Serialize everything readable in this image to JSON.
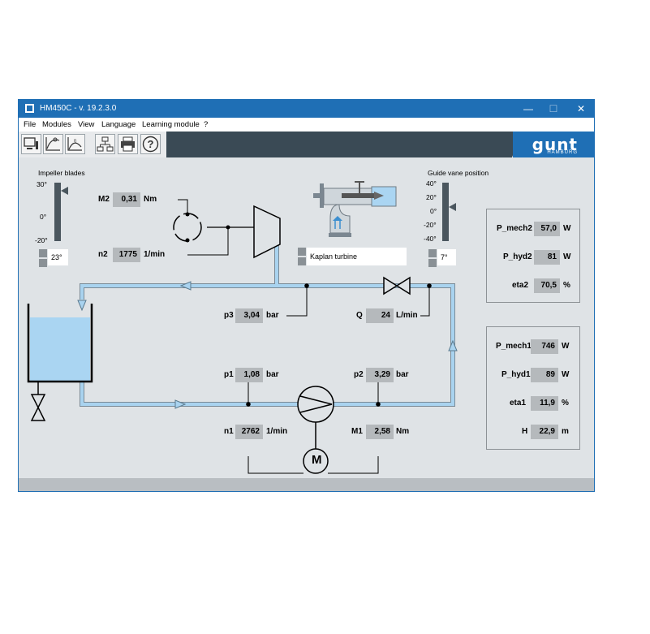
{
  "window": {
    "title": "HM450C - v. 19.2.3.0",
    "minimize": "—",
    "maximize": "☐",
    "close": "✕"
  },
  "menu": [
    "File",
    "Modules",
    "View",
    "Language",
    "Learning module",
    "?"
  ],
  "toolbar": {
    "logo": "gunt",
    "logo_sub": "HAMBURG",
    "buttons": [
      "monitor-icon",
      "chart-curve-icon",
      "chart-eta-icon",
      "network-icon",
      "printer-icon",
      "help-icon"
    ]
  },
  "impeller": {
    "title": "Impeller blades",
    "ticks": [
      "30°",
      "0°",
      "-20°"
    ],
    "range": [
      -20,
      30
    ],
    "value": 23,
    "field": "23°"
  },
  "guide_vane": {
    "title": "Guide vane position",
    "ticks": [
      "40°",
      "20°",
      "0°",
      "-20°",
      "-40°"
    ],
    "range": [
      -40,
      40
    ],
    "value": 7,
    "field": "7°"
  },
  "turbine_select": "Kaplan turbine",
  "measurements": {
    "M2": {
      "label": "M2",
      "value": "0,31",
      "unit": "Nm"
    },
    "n2": {
      "label": "n2",
      "value": "1775",
      "unit": "1/min"
    },
    "p3": {
      "label": "p3",
      "value": "3,04",
      "unit": "bar"
    },
    "Q": {
      "label": "Q",
      "value": "24",
      "unit": "L/min"
    },
    "p1": {
      "label": "p1",
      "value": "1,08",
      "unit": "bar"
    },
    "p2": {
      "label": "p2",
      "value": "3,29",
      "unit": "bar"
    },
    "n1": {
      "label": "n1",
      "value": "2762",
      "unit": "1/min"
    },
    "M1": {
      "label": "M1",
      "value": "2,58",
      "unit": "Nm"
    }
  },
  "panel_turbine": [
    {
      "label": "P_mech2",
      "value": "57,0",
      "unit": "W"
    },
    {
      "label": "P_hyd2",
      "value": "81",
      "unit": "W"
    },
    {
      "label": "eta2",
      "value": "70,5",
      "unit": "%"
    }
  ],
  "panel_pump": [
    {
      "label": "P_mech1",
      "value": "746",
      "unit": "W"
    },
    {
      "label": "P_hyd1",
      "value": "89",
      "unit": "W"
    },
    {
      "label": "eta1",
      "value": "11,9",
      "unit": "%"
    },
    {
      "label": "H",
      "value": "22,9",
      "unit": "m"
    }
  ],
  "motor_symbol": "M",
  "colors": {
    "title_bar": "#1f6fb5",
    "toolbar": "#3a4a55",
    "pipe": "#a9d3ef",
    "water": "#aad5f2",
    "background": "#dfe3e6"
  }
}
